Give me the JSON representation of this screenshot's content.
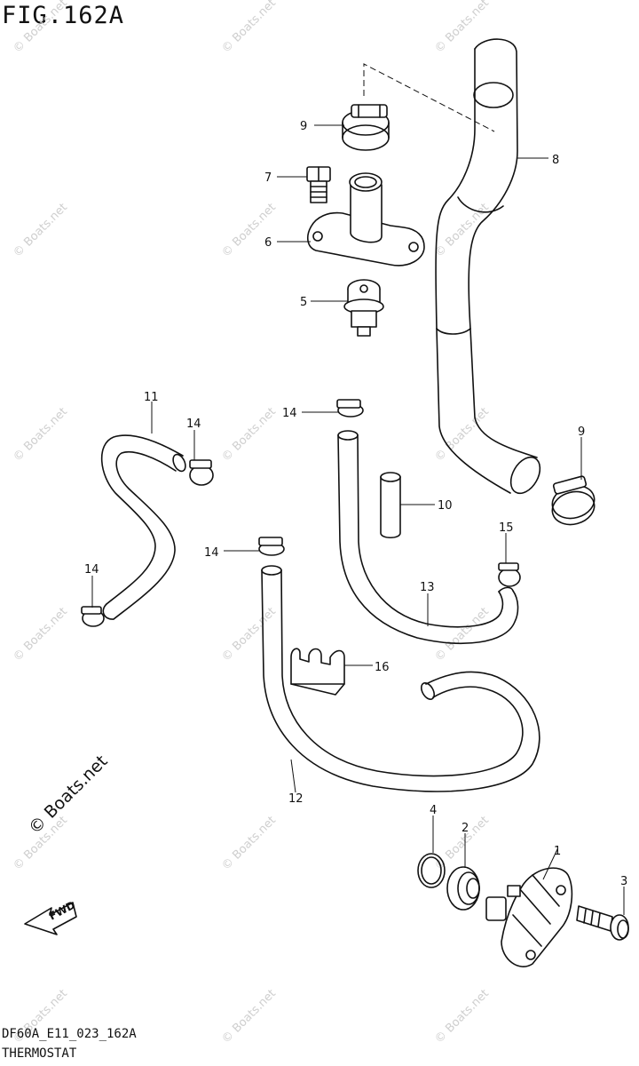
{
  "figure": {
    "title": "FIG.162A",
    "code": "DF60A_E11_023_162A",
    "caption": "THERMOSTAT"
  },
  "watermark": {
    "text": "© Boats.net",
    "large_text": "© Boats.net"
  },
  "direction_arrow": {
    "label": "FWD"
  },
  "callouts": [
    {
      "id": "c1",
      "number": "1"
    },
    {
      "id": "c2",
      "number": "2"
    },
    {
      "id": "c3",
      "number": "3"
    },
    {
      "id": "c4",
      "number": "4"
    },
    {
      "id": "c5",
      "number": "5"
    },
    {
      "id": "c6",
      "number": "6"
    },
    {
      "id": "c7",
      "number": "7"
    },
    {
      "id": "c8",
      "number": "8"
    },
    {
      "id": "c9a",
      "number": "9"
    },
    {
      "id": "c9b",
      "number": "9"
    },
    {
      "id": "c10",
      "number": "10"
    },
    {
      "id": "c11",
      "number": "11"
    },
    {
      "id": "c12",
      "number": "12"
    },
    {
      "id": "c13",
      "number": "13"
    },
    {
      "id": "c14a",
      "number": "14"
    },
    {
      "id": "c14b",
      "number": "14"
    },
    {
      "id": "c14c",
      "number": "14"
    },
    {
      "id": "c14d",
      "number": "14"
    },
    {
      "id": "c15",
      "number": "15"
    },
    {
      "id": "c16",
      "number": "16"
    }
  ]
}
